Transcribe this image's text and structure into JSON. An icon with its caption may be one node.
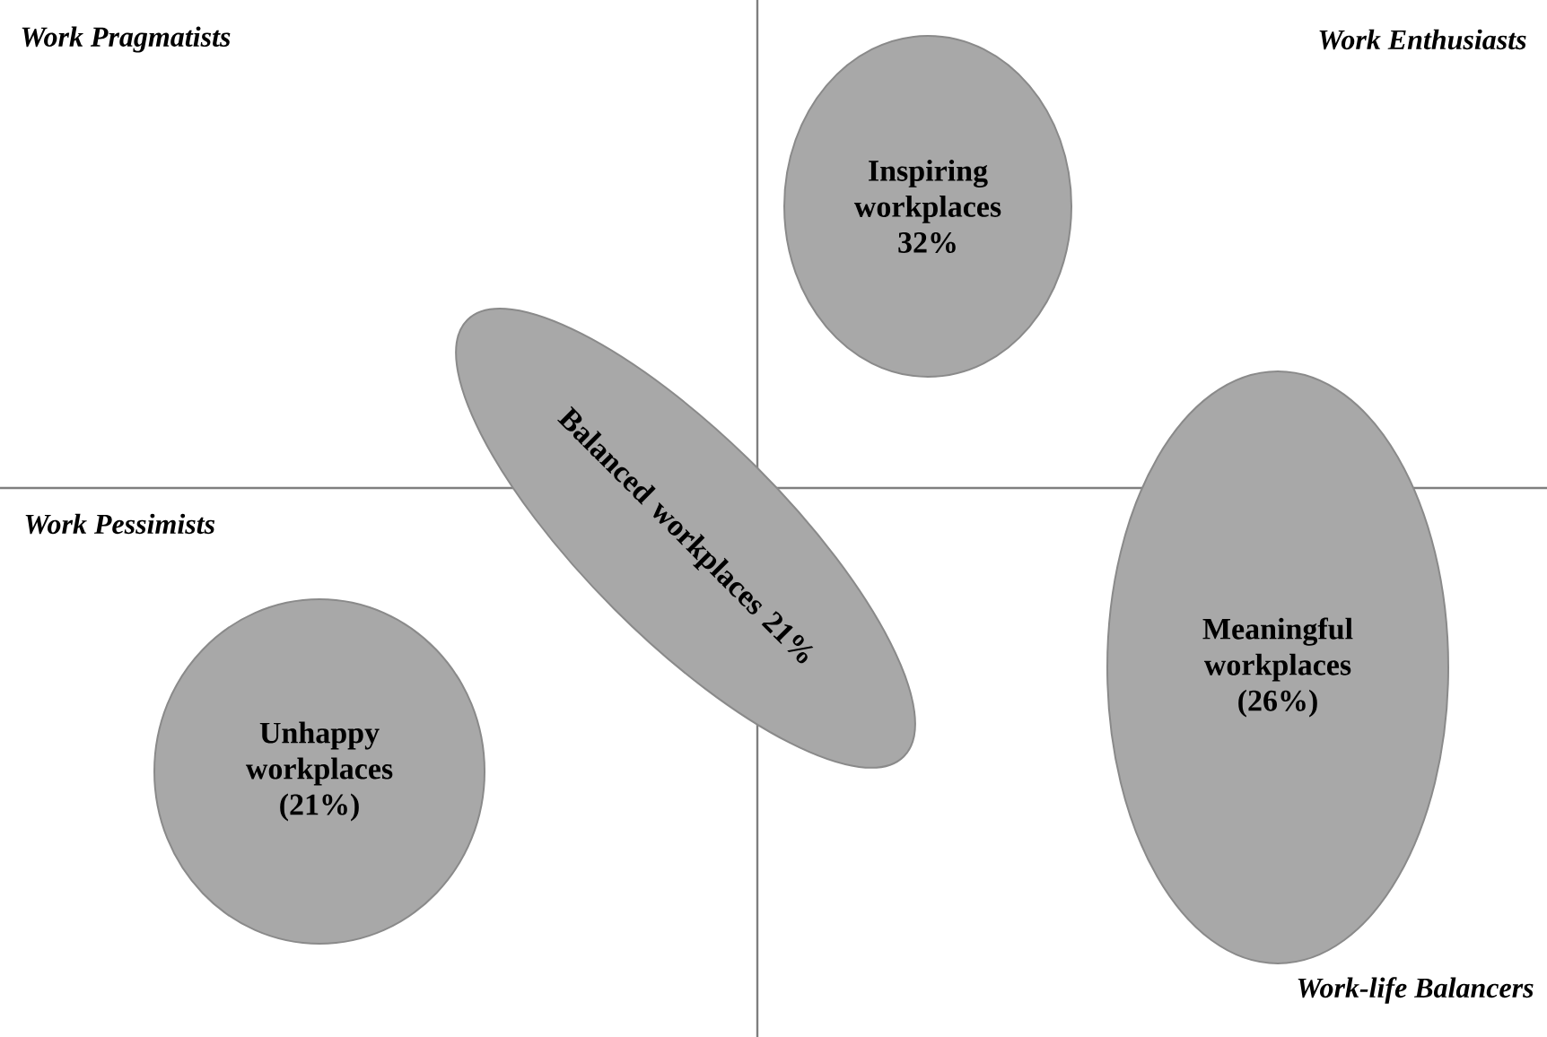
{
  "diagram": {
    "nodes": [
      {
        "text": [
          "Inspiring workplaces 32%"
        ]
      },
      {
        "text": [
          "Balanced workplaces 21%"
        ]
      },
      {
        "text": [
          "Meaningful workplaces (26%)"
        ]
      },
      {
        "text": [
          "Unhappy workplaces (21%)"
        ]
      }
    ],
    "labels": [
      "Work Pragmatists",
      "Work Enthusiasts",
      "Work Pessimists",
      "Work-life Balancers"
    ]
  }
}
